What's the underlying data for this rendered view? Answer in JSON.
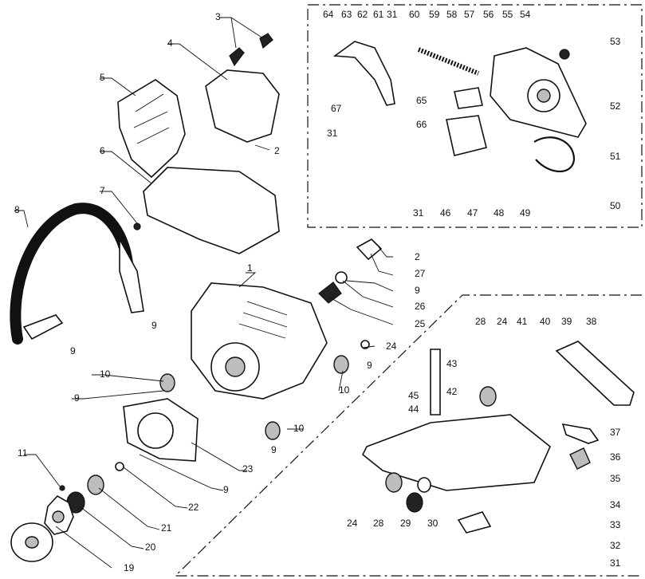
{
  "labels": [
    {
      "id": "1",
      "text": "1"
    },
    {
      "id": "2a",
      "text": "2"
    },
    {
      "id": "2b",
      "text": "2"
    },
    {
      "id": "3",
      "text": "3"
    },
    {
      "id": "4",
      "text": "4"
    },
    {
      "id": "5",
      "text": "5"
    },
    {
      "id": "6",
      "text": "6"
    },
    {
      "id": "7",
      "text": "7"
    },
    {
      "id": "8",
      "text": "8"
    },
    {
      "id": "9a",
      "text": "9"
    },
    {
      "id": "9b",
      "text": "9"
    },
    {
      "id": "9c",
      "text": "9"
    },
    {
      "id": "9d",
      "text": "9"
    },
    {
      "id": "9e",
      "text": "9"
    },
    {
      "id": "9f",
      "text": "9"
    },
    {
      "id": "9g",
      "text": "9"
    },
    {
      "id": "10a",
      "text": "10"
    },
    {
      "id": "10b",
      "text": "10"
    },
    {
      "id": "10c",
      "text": "10"
    },
    {
      "id": "11",
      "text": "11"
    },
    {
      "id": "19",
      "text": "19"
    },
    {
      "id": "20",
      "text": "20"
    },
    {
      "id": "21",
      "text": "21"
    },
    {
      "id": "22",
      "text": "22"
    },
    {
      "id": "23",
      "text": "23"
    },
    {
      "id": "24a",
      "text": "24"
    },
    {
      "id": "24b",
      "text": "24"
    },
    {
      "id": "24c",
      "text": "24"
    },
    {
      "id": "25",
      "text": "25"
    },
    {
      "id": "26",
      "text": "26"
    },
    {
      "id": "27",
      "text": "27"
    },
    {
      "id": "28a",
      "text": "28"
    },
    {
      "id": "28b",
      "text": "28"
    },
    {
      "id": "29",
      "text": "29"
    },
    {
      "id": "30",
      "text": "30"
    },
    {
      "id": "31a",
      "text": "31"
    },
    {
      "id": "31b",
      "text": "31"
    },
    {
      "id": "31c",
      "text": "31"
    },
    {
      "id": "31d",
      "text": "31"
    },
    {
      "id": "32",
      "text": "32"
    },
    {
      "id": "33",
      "text": "33"
    },
    {
      "id": "34",
      "text": "34"
    },
    {
      "id": "35",
      "text": "35"
    },
    {
      "id": "36",
      "text": "36"
    },
    {
      "id": "37",
      "text": "37"
    },
    {
      "id": "38",
      "text": "38"
    },
    {
      "id": "39",
      "text": "39"
    },
    {
      "id": "40",
      "text": "40"
    },
    {
      "id": "41",
      "text": "41"
    },
    {
      "id": "42",
      "text": "42"
    },
    {
      "id": "43",
      "text": "43"
    },
    {
      "id": "44",
      "text": "44"
    },
    {
      "id": "45",
      "text": "45"
    },
    {
      "id": "46",
      "text": "46"
    },
    {
      "id": "47",
      "text": "47"
    },
    {
      "id": "48",
      "text": "48"
    },
    {
      "id": "49",
      "text": "49"
    },
    {
      "id": "50",
      "text": "50"
    },
    {
      "id": "51",
      "text": "51"
    },
    {
      "id": "52",
      "text": "52"
    },
    {
      "id": "53",
      "text": "53"
    },
    {
      "id": "54",
      "text": "54"
    },
    {
      "id": "55",
      "text": "55"
    },
    {
      "id": "56",
      "text": "56"
    },
    {
      "id": "57",
      "text": "57"
    },
    {
      "id": "58",
      "text": "58"
    },
    {
      "id": "59",
      "text": "59"
    },
    {
      "id": "60",
      "text": "60"
    },
    {
      "id": "61",
      "text": "61"
    },
    {
      "id": "62",
      "text": "62"
    },
    {
      "id": "63",
      "text": "63"
    },
    {
      "id": "64",
      "text": "64"
    },
    {
      "id": "65",
      "text": "65"
    },
    {
      "id": "66",
      "text": "66"
    },
    {
      "id": "67",
      "text": "67"
    }
  ]
}
